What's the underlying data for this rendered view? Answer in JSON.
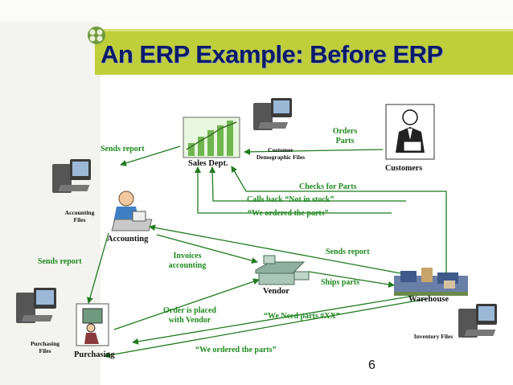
{
  "slide": {
    "title": "An ERP Example: Before ERP",
    "page_number": "6"
  },
  "nodes": {
    "sales": "Sales Dept.",
    "customer_files": "Customer Demographic Files",
    "customers": "Customers",
    "accounting_files": "Accounting Files",
    "accounting": "Accounting",
    "vendor": "Vendor",
    "warehouse": "Warehouse",
    "purchasing_files": "Purchasing Files",
    "purchasing": "Purchasing",
    "inventory_files": "Inventory Files"
  },
  "labels": {
    "sends_report_top": "Sends report",
    "orders_parts": "Orders Parts",
    "checks_for_parts": "Checks for Parts",
    "calls_back": "Calls back “Not in stock”",
    "we_ordered_top": "“We ordered the parts”",
    "invoices": "Invoices accounting",
    "sends_report_right": "Sends report",
    "sends_report_left": "Sends report",
    "ships_parts": "Ships parts",
    "order_placed": "Order is placed with Vendor",
    "we_need_parts": "“We Need parts #XX”",
    "we_ordered_bottom": "“We ordered the parts”"
  }
}
